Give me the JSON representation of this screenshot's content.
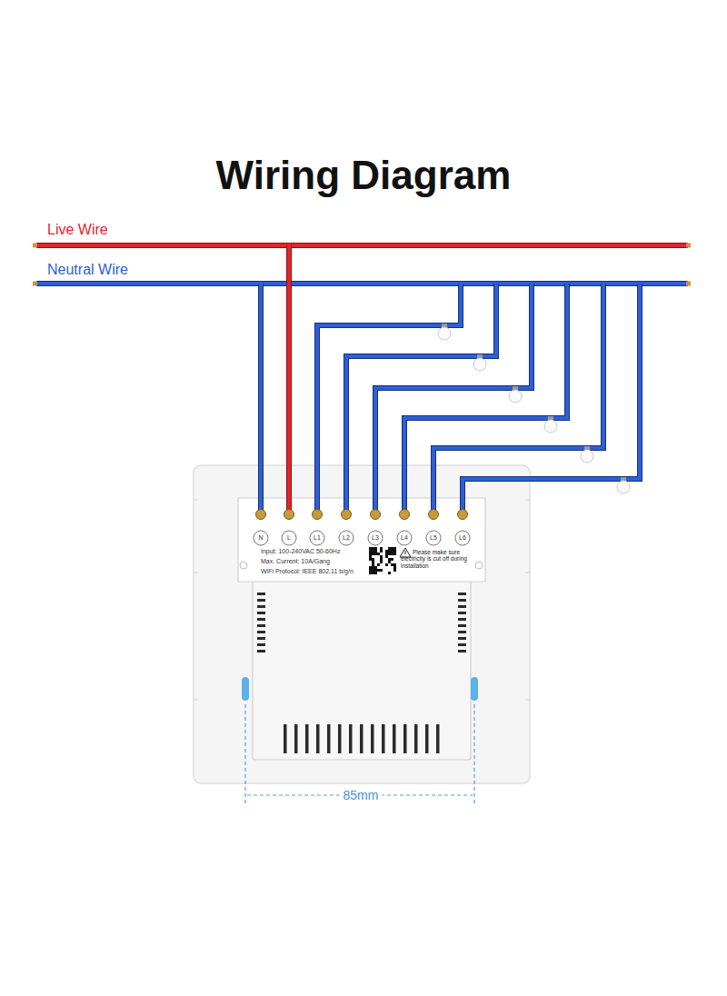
{
  "diagram": {
    "title": "Wiring Diagram",
    "labels": [
      "Live Wire",
      "Neutral Wire",
      "N",
      "L",
      "L1",
      "L2",
      "L3",
      "L4",
      "L5",
      "L6",
      "Input: 100-240VAC 50-60Hz",
      "Max. Current: 10A/Gang",
      "WiFi Protocol: IEEE 802.11 b/g/n",
      "Please make sure electricity is cut off during installation",
      "85mm"
    ]
  }
}
